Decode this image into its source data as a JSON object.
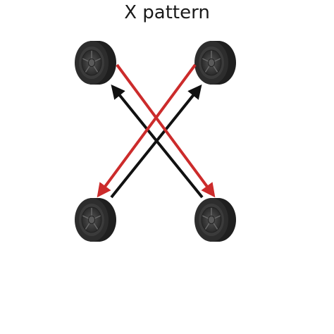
{
  "title": "X pattern",
  "colors": {
    "red_arrow": "#cc2b2b",
    "black_arrow": "#111111",
    "tire": "#2b2b2b",
    "rim": "#3a3a3a",
    "background": "#ffffff"
  },
  "tires": [
    {
      "position": "front-left",
      "icon": "tire-icon"
    },
    {
      "position": "front-right",
      "icon": "tire-icon"
    },
    {
      "position": "rear-left",
      "icon": "tire-icon"
    },
    {
      "position": "rear-right",
      "icon": "tire-icon"
    }
  ],
  "arrows": [
    {
      "from": "front-left",
      "to": "rear-right",
      "color": "red"
    },
    {
      "from": "front-right",
      "to": "rear-left",
      "color": "red"
    },
    {
      "from": "rear-left",
      "to": "front-right",
      "color": "black"
    },
    {
      "from": "rear-right",
      "to": "front-left",
      "color": "black"
    }
  ]
}
